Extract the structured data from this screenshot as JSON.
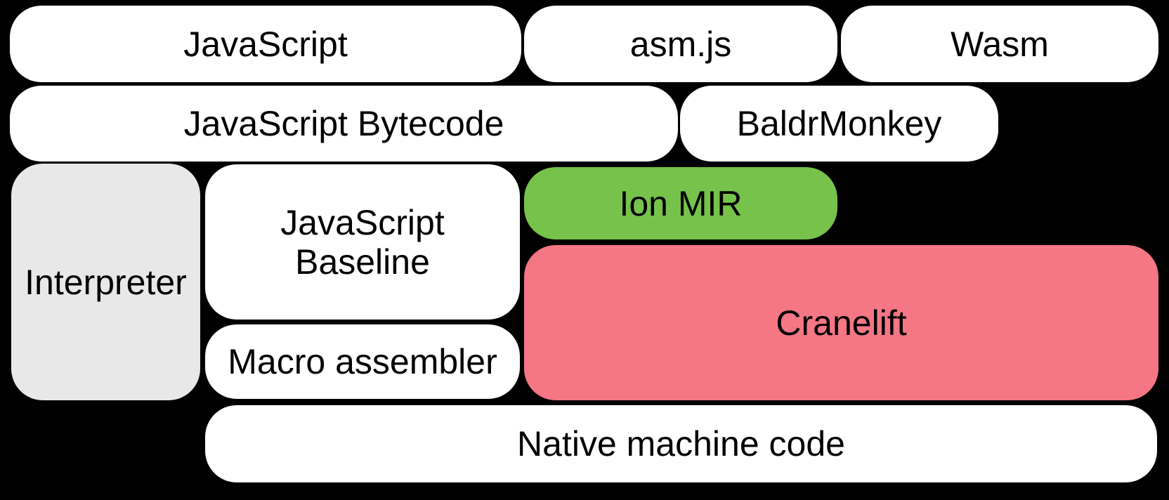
{
  "diagram": {
    "background_color": "#000000",
    "text_color": "#000000",
    "colors": {
      "node_default": "#ffffff",
      "interpreter_gray": "#e8e8e8",
      "ion_mir_green": "#77c24b",
      "cranelift_pink": "#f57684"
    },
    "nodes": {
      "javascript": {
        "label": "JavaScript"
      },
      "asmjs": {
        "label": "asm.js"
      },
      "wasm": {
        "label": "Wasm"
      },
      "javascript_bytecode": {
        "label": "JavaScript Bytecode"
      },
      "baldrmonkey": {
        "label": "BaldrMonkey"
      },
      "interpreter": {
        "label": "Interpreter"
      },
      "javascript_baseline": {
        "label": "JavaScript\nBaseline"
      },
      "ion_mir": {
        "label": "Ion MIR"
      },
      "cranelift": {
        "label": "Cranelift"
      },
      "macro_assembler": {
        "label": "Macro assembler"
      },
      "native_machine_code": {
        "label": "Native machine code"
      }
    }
  }
}
